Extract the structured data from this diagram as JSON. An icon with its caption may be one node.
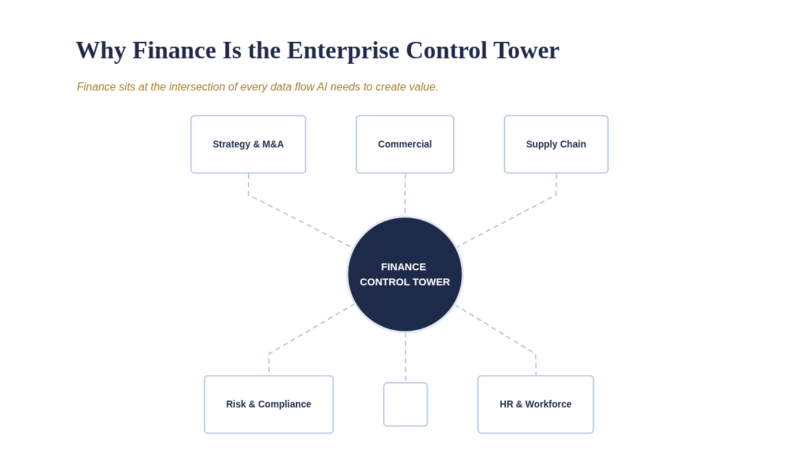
{
  "diagram": {
    "title": "Why Finance Is the Enterprise Control Tower",
    "nodes": [
      {
        "text": [
          "Commercial"
        ]
      },
      {
        "text": [
          "Strategy & M&A"
        ]
      },
      {
        "text": [
          "Supply Chain"
        ]
      },
      {
        "text": [
          "FINANCE CONTROL TOWER"
        ]
      },
      {
        "text": [
          "Risk & Compliance"
        ]
      },
      {
        "text": [
          "HR & Workforce"
        ]
      },
      {
        "text": [],
        "shape": "box"
      }
    ],
    "edges": [
      {
        "from": 1,
        "to": 3,
        "arrow": "none",
        "style": "dashed"
      },
      {
        "from": 0,
        "to": 3,
        "arrow": "none",
        "style": "dashed"
      },
      {
        "from": 2,
        "to": 3,
        "arrow": "none",
        "style": "dashed"
      },
      {
        "from": 3,
        "to": 4,
        "arrow": "none",
        "style": "dashed"
      },
      {
        "from": 3,
        "to": 6,
        "arrow": "none",
        "style": "dashed"
      },
      {
        "from": 3,
        "to": 5,
        "arrow": "none",
        "style": "dashed"
      }
    ],
    "labels": [
      "Finance sits at the intersection of every data flow AI needs to create value."
    ]
  }
}
